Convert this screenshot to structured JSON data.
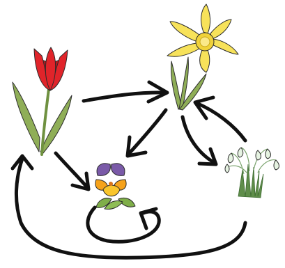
{
  "diagram": {
    "kind": "flower-food-web",
    "nodes": [
      {
        "id": "tulip",
        "name": "tulip",
        "icon": "tulip-icon"
      },
      {
        "id": "daffodil",
        "name": "daffodil",
        "icon": "daffodil-icon"
      },
      {
        "id": "pansy",
        "name": "pansy",
        "icon": "pansy-icon"
      },
      {
        "id": "snowdrop",
        "name": "snowdrop",
        "icon": "snowdrop-icon"
      }
    ],
    "edges": [
      {
        "from": "tulip",
        "to": "daffodil"
      },
      {
        "from": "tulip",
        "to": "pansy"
      },
      {
        "from": "daffodil",
        "to": "pansy"
      },
      {
        "from": "daffodil",
        "to": "snowdrop"
      },
      {
        "from": "snowdrop",
        "to": "daffodil"
      },
      {
        "from": "snowdrop",
        "to": "tulip"
      },
      {
        "from": "pansy",
        "to": "pansy"
      }
    ]
  },
  "colors": {
    "tulip_petal": "#e0242a",
    "tulip_petal_dark": "#b8161c",
    "leaf_green": "#8fae57",
    "leaf_green_dark": "#6f9140",
    "daffodil_yellow": "#f7e25a",
    "daffodil_center": "#f0d23a",
    "pansy_purple": "#7a5aa8",
    "pansy_orange": "#f6a21a",
    "pansy_yellow": "#f9c52c",
    "snowdrop_green": "#b9d9b3",
    "grass_green": "#5f8d4a",
    "arrow_black": "#111111"
  }
}
